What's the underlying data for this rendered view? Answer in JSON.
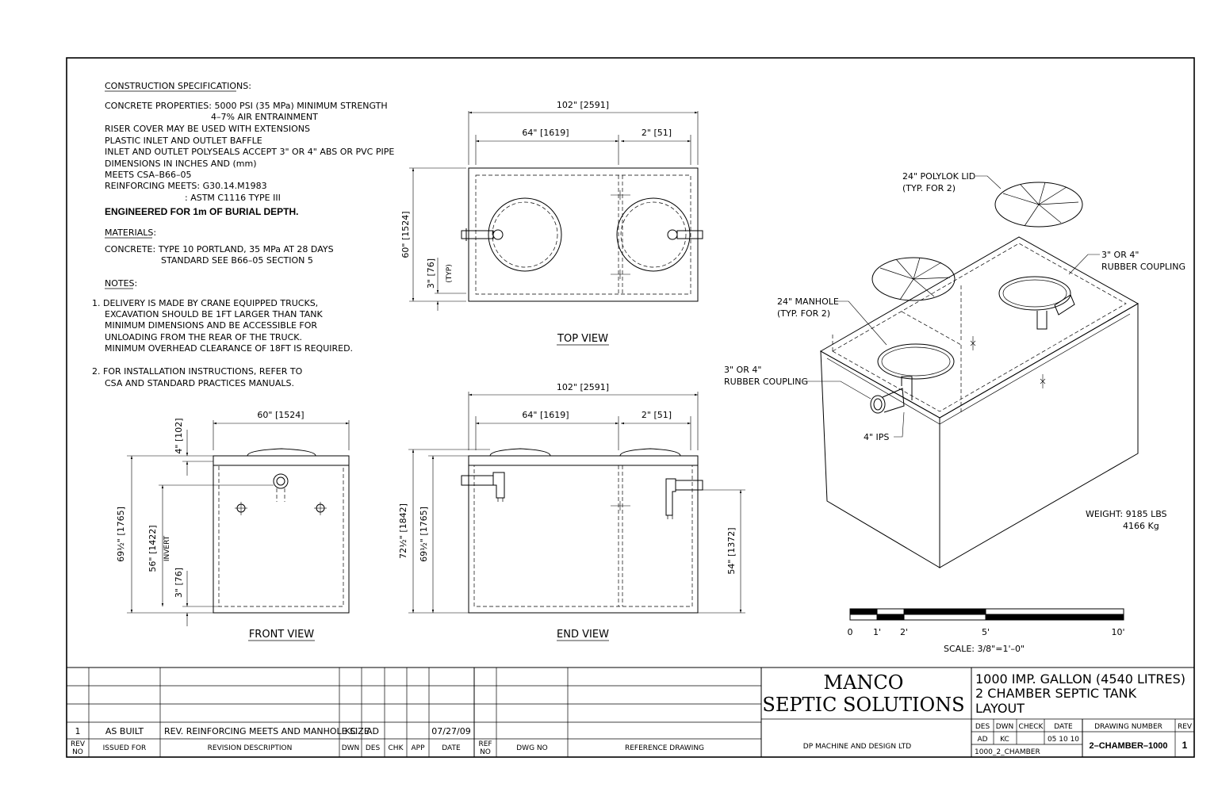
{
  "specs": {
    "heading": "CONSTRUCTION SPECIFICATIONS:",
    "lines": [
      "CONCRETE PROPERTIES:  5000 PSI (35 MPa) MINIMUM STRENGTH",
      "4–7% AIR ENTRAINMENT",
      "RISER COVER MAY BE USED WITH EXTENSIONS",
      "PLASTIC INLET AND OUTLET BAFFLE",
      "INLET AND OUTLET POLYSEALS ACCEPT 3\" OR 4\" ABS OR PVC PIPE",
      "DIMENSIONS IN INCHES AND (mm)",
      "MEETS CSA–B66–05",
      "REINFORCING MEETS:  G30.14.M1983",
      ": ASTM C1116 TYPE III"
    ],
    "burial": "ENGINEERED FOR 1m OF BURIAL DEPTH."
  },
  "materials": {
    "heading": "MATERIALS:",
    "line1": "CONCRETE:   TYPE 10 PORTLAND, 35 MPa AT 28 DAYS",
    "line2": "STANDARD SEE B66–05 SECTION 5"
  },
  "notes": {
    "heading": "NOTES:",
    "n1": [
      "1.  DELIVERY IS MADE BY CRANE EQUIPPED TRUCKS,",
      "EXCAVATION SHOULD BE 1FT LARGER THAN TANK",
      "MINIMUM DIMENSIONS AND BE ACCESSIBLE FOR",
      "UNLOADING FROM THE REAR OF THE TRUCK.",
      "MINIMUM OVERHEAD CLEARANCE OF 18FT IS REQUIRED."
    ],
    "n2": [
      "2.  FOR INSTALLATION INSTRUCTIONS, REFER TO",
      "CSA AND STANDARD PRACTICES MANUALS."
    ]
  },
  "top_view": {
    "title": "TOP VIEW",
    "dim_overall": "102\" [2591]",
    "dim_left": "64\" [1619]",
    "dim_right": "2\" [51]",
    "dim_height": "60\" [1524]",
    "dim_small": "3\" [76]",
    "dim_small_note": "(TYP)"
  },
  "front_view": {
    "title": "FRONT VIEW",
    "dim_width": "60\" [1524]",
    "dim_lid": "4\" [102]",
    "dim_total": "69½\" [1765]",
    "dim_invert": "56\" [1422]",
    "invert_label": "INVERT",
    "dim_base": "3\" [76]"
  },
  "end_view": {
    "title": "END VIEW",
    "dim_overall": "102\" [2591]",
    "dim_left": "64\" [1619]",
    "dim_right": "2\" [51]",
    "dim_total": "72½\" [1842]",
    "dim_body": "69½\" [1765]",
    "dim_outlet": "54\" [1372]"
  },
  "iso": {
    "lid_label": [
      "24\" POLYLOK LID",
      "(TYP. FOR 2)"
    ],
    "coupling_right": [
      "3\" OR 4\"",
      "RUBBER COUPLING"
    ],
    "manhole": [
      "24\" MANHOLE",
      "(TYP. FOR 2)"
    ],
    "coupling_left": [
      "3\" OR 4\"",
      "RUBBER COUPLING"
    ],
    "ips": "4\" IPS",
    "weight1": "WEIGHT:  9185 LBS",
    "weight2": "4166 Kg"
  },
  "scale": {
    "ticks": [
      "0",
      "1'",
      "2'",
      "5'",
      "10'"
    ],
    "label": "SCALE:  3/8\"=1'–0\""
  },
  "title_block": {
    "rev_row": {
      "rev": "1",
      "issued": "AS BUILT",
      "desc": "REV. REINFORCING MEETS AND MANHOLE SIZE",
      "dwn": "KC",
      "des": "AD",
      "chk": "",
      "app": "",
      "date": "07/27/09"
    },
    "headers": {
      "rev_no": [
        "REV",
        "NO"
      ],
      "issued": "ISSUED FOR",
      "desc": "REVISION DESCRIPTION",
      "dwn": "DWN",
      "des": "DES",
      "chk": "CHK",
      "app": "APP",
      "date": "DATE",
      "ref_no": [
        "REF",
        "NO"
      ],
      "dwg_no": "DWG NO",
      "ref_drawing": "REFERENCE DRAWING"
    },
    "company": [
      "MANCO",
      "SEPTIC SOLUTIONS"
    ],
    "designer": "DP MACHINE AND DESIGN LTD",
    "drawing_title": [
      "1000 IMP. GALLON (4540 LITRES)",
      "2 CHAMBER SEPTIC TANK",
      "LAYOUT"
    ],
    "info_headers": {
      "des": "DES",
      "dwn": "DWN",
      "check": "CHECK",
      "date": "DATE",
      "drawing_number": "DRAWING NUMBER",
      "rev": "REV"
    },
    "info_values": {
      "des": "AD",
      "dwn": "KC",
      "check": "",
      "date": "05 10 10",
      "file": "1000_2_CHAMBER",
      "drawing_number": "2–CHAMBER–1000",
      "rev": "1"
    }
  }
}
